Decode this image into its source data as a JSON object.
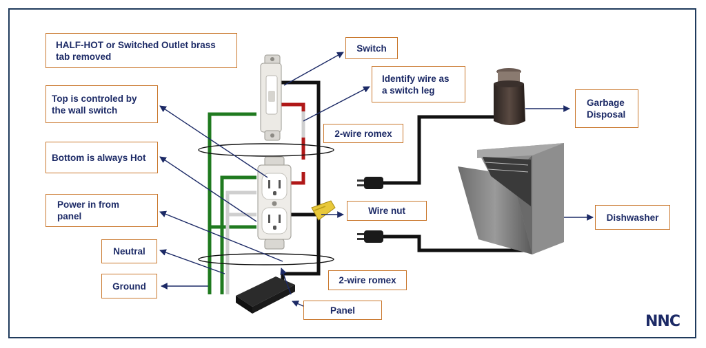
{
  "labels": {
    "half_hot": "HALF-HOT or Switched Outlet brass tab removed",
    "switch": "Switch",
    "identify_wire": "Identify wire as a switch leg",
    "top_controlled": "Top is controled by the wall switch",
    "garbage_disposal": "Garbage Disposal",
    "romex_top": "2-wire romex",
    "bottom_hot": "Bottom is always Hot",
    "wire_nut": "Wire nut",
    "power_in": "Power in from panel",
    "dishwasher": "Dishwasher",
    "neutral": "Neutral",
    "ground": "Ground",
    "romex_bottom": "2-wire romex",
    "panel": "Panel"
  },
  "logo": "NNC",
  "colors": {
    "label_border": "#c9762a",
    "label_text": "#1c2a66",
    "arrow": "#1c2a66",
    "ground_wire": "#1f7a1f",
    "hot_wire": "#111111",
    "switch_leg": "#b01818",
    "neutral_wire": "#cfcfcf"
  }
}
